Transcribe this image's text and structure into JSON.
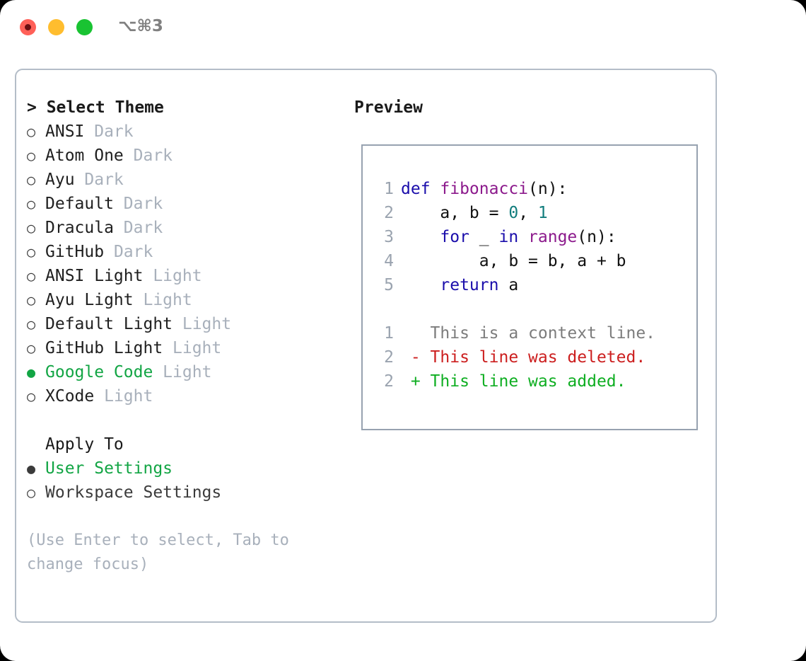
{
  "window": {
    "shortcut_label": "⌥⌘3",
    "traffic_lights": [
      "close-button",
      "minimize-button",
      "maximize-button"
    ]
  },
  "theme_chooser": {
    "header": "> Select Theme",
    "selected_theme": "Google Code",
    "radio_unselected_glyph": "○",
    "radio_selected_glyph": "●",
    "items": [
      {
        "name": "ANSI",
        "kind": "Dark",
        "selected": false
      },
      {
        "name": "Atom One",
        "kind": "Dark",
        "selected": false
      },
      {
        "name": "Ayu",
        "kind": "Dark",
        "selected": false
      },
      {
        "name": "Default",
        "kind": "Dark",
        "selected": false
      },
      {
        "name": "Dracula",
        "kind": "Dark",
        "selected": false
      },
      {
        "name": "GitHub",
        "kind": "Dark",
        "selected": false
      },
      {
        "name": "ANSI Light",
        "kind": "Light",
        "selected": false
      },
      {
        "name": "Ayu Light",
        "kind": "Light",
        "selected": false
      },
      {
        "name": "Default Light",
        "kind": "Light",
        "selected": false
      },
      {
        "name": "GitHub Light",
        "kind": "Light",
        "selected": false
      },
      {
        "name": "Google Code",
        "kind": "Light",
        "selected": true
      },
      {
        "name": "XCode",
        "kind": "Light",
        "selected": false
      }
    ]
  },
  "apply_to": {
    "header": "Apply To",
    "selected": "User Settings",
    "items": [
      {
        "label": "User Settings",
        "selected": true
      },
      {
        "label": "Workspace Settings",
        "selected": false
      }
    ]
  },
  "hint": "(Use Enter to select, Tab to change focus)",
  "preview": {
    "header": "Preview",
    "code_lines": [
      {
        "number": "1",
        "tokens": [
          {
            "text": "def ",
            "style": "kw"
          },
          {
            "text": "fibonacci",
            "style": "fn"
          },
          {
            "text": "(n):",
            "style": "plain"
          }
        ]
      },
      {
        "number": "2",
        "tokens": [
          {
            "text": "    a, b = ",
            "style": "plain"
          },
          {
            "text": "0",
            "style": "num"
          },
          {
            "text": ", ",
            "style": "plain"
          },
          {
            "text": "1",
            "style": "num"
          }
        ]
      },
      {
        "number": "3",
        "tokens": [
          {
            "text": "    ",
            "style": "plain"
          },
          {
            "text": "for",
            "style": "kw"
          },
          {
            "text": " _ ",
            "style": "plain"
          },
          {
            "text": "in",
            "style": "kw"
          },
          {
            "text": " ",
            "style": "plain"
          },
          {
            "text": "range",
            "style": "fn"
          },
          {
            "text": "(n):",
            "style": "plain"
          }
        ]
      },
      {
        "number": "4",
        "tokens": [
          {
            "text": "        a, b = b, a + b",
            "style": "plain"
          }
        ]
      },
      {
        "number": "5",
        "tokens": [
          {
            "text": "    ",
            "style": "plain"
          },
          {
            "text": "return",
            "style": "kw"
          },
          {
            "text": " a",
            "style": "plain"
          }
        ]
      }
    ],
    "diff_lines": [
      {
        "number": "1",
        "tokens": [
          {
            "text": "   This is a context line.",
            "style": "ctx"
          }
        ]
      },
      {
        "number": "2",
        "tokens": [
          {
            "text": " - This line was deleted.",
            "style": "del"
          }
        ]
      },
      {
        "number": "2",
        "tokens": [
          {
            "text": " + This line was added.",
            "style": "add"
          }
        ]
      }
    ]
  },
  "colors": {
    "accent_green": "#12a544",
    "muted_gray": "#a8b0bb",
    "panel_border": "#b4bdc8",
    "preview_border": "#97a2b0",
    "keyword_blue": "#1a0dab",
    "function_purple": "#8c1a8c",
    "number_teal": "#127d7d",
    "diff_deleted_red": "#cc1f1f",
    "diff_added_green": "#0fae22",
    "traffic_red": "#ff6058",
    "traffic_yellow": "#ffbd2e",
    "traffic_green": "#19c332"
  }
}
